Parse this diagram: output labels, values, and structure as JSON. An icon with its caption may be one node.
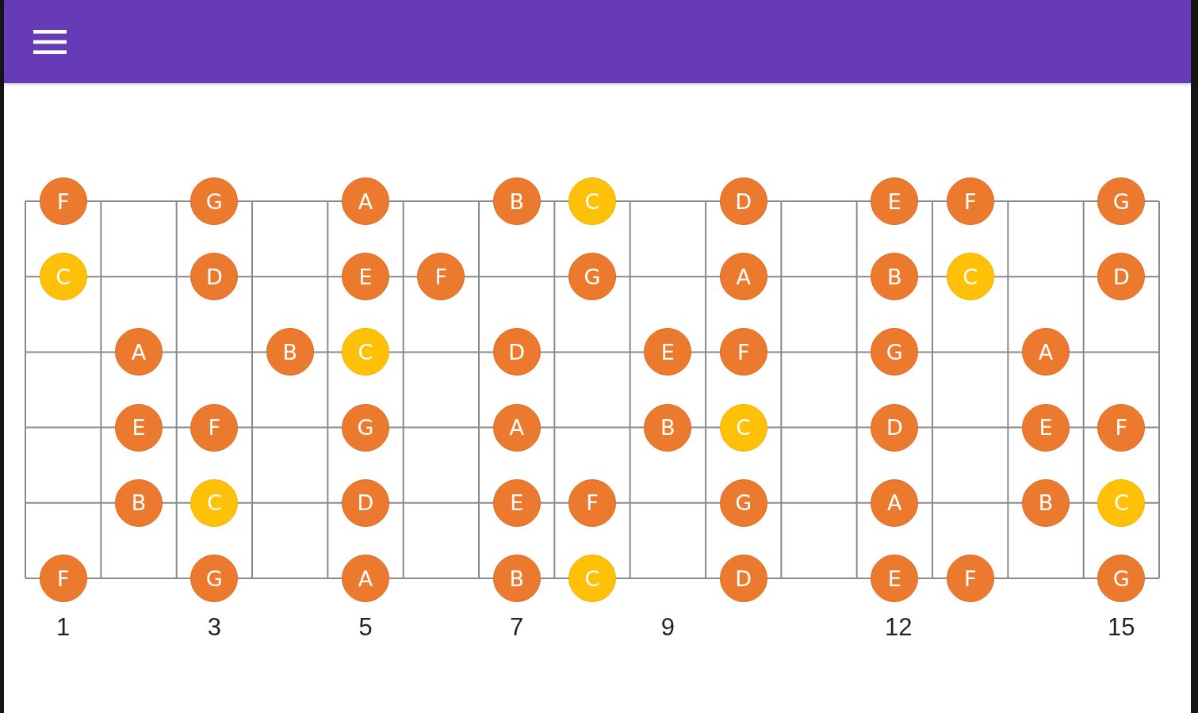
{
  "diagram": {
    "nodes": [
      {
        "text": [
          "F"
        ]
      },
      {
        "text": [
          "G"
        ]
      },
      {
        "text": [
          "A"
        ]
      },
      {
        "text": [
          "B"
        ]
      },
      {
        "text": [
          "C"
        ]
      },
      {
        "text": [
          "D"
        ]
      },
      {
        "text": [
          "E"
        ]
      },
      {
        "text": [
          "F"
        ]
      },
      {
        "text": [
          "G"
        ]
      },
      {
        "text": [
          "C"
        ]
      },
      {
        "text": [
          "D"
        ]
      },
      {
        "text": [
          "E"
        ]
      },
      {
        "text": [
          "F"
        ]
      },
      {
        "text": [
          "G"
        ]
      },
      {
        "text": [
          "A"
        ]
      },
      {
        "text": [
          "B"
        ]
      },
      {
        "text": [
          "C"
        ]
      },
      {
        "text": [
          "D"
        ]
      },
      {
        "text": [
          "A"
        ]
      },
      {
        "text": [
          "B"
        ]
      },
      {
        "text": [
          "C"
        ]
      },
      {
        "text": [
          "D"
        ]
      },
      {
        "text": [
          "E"
        ]
      },
      {
        "text": [
          "F"
        ]
      },
      {
        "text": [
          "G"
        ]
      },
      {
        "text": [
          "A"
        ]
      },
      {
        "text": [
          "E"
        ]
      },
      {
        "text": [
          "F"
        ]
      },
      {
        "text": [
          "G"
        ]
      },
      {
        "text": [
          "A"
        ]
      },
      {
        "text": [
          "B"
        ]
      },
      {
        "text": [
          "C"
        ]
      },
      {
        "text": [
          "D"
        ]
      },
      {
        "text": [
          "E"
        ]
      },
      {
        "text": [
          "F"
        ]
      },
      {
        "text": [
          "B"
        ]
      },
      {
        "text": [
          "C"
        ]
      },
      {
        "text": [
          "D"
        ]
      },
      {
        "text": [
          "E"
        ]
      },
      {
        "text": [
          "F"
        ]
      },
      {
        "text": [
          "G"
        ]
      },
      {
        "text": [
          "A"
        ]
      },
      {
        "text": [
          "B"
        ]
      },
      {
        "text": [
          "C"
        ]
      },
      {
        "text": [
          "F"
        ]
      },
      {
        "text": [
          "G"
        ]
      },
      {
        "text": [
          "A"
        ]
      },
      {
        "text": [
          "B"
        ]
      },
      {
        "text": [
          "C"
        ]
      },
      {
        "text": [
          "D"
        ]
      },
      {
        "text": [
          "E"
        ]
      },
      {
        "text": [
          "F"
        ]
      },
      {
        "text": [
          "G"
        ]
      }
    ],
    "labels": [
      "1",
      "3",
      "5",
      "7",
      "9",
      "12",
      "15"
    ]
  }
}
